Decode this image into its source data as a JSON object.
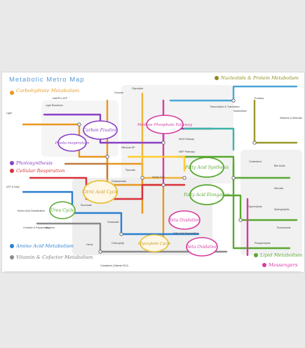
{
  "title": "Metabolic Metro Map",
  "sections": {
    "carbohydrate": "Carbohydrate Metabolism",
    "photosynthesis": "Photosynthesis",
    "respiration": "Cellular Respiration",
    "amino": "Amino Acid Metabolism",
    "vitamin": "Vitamin & Cofactor Metabolism",
    "nucleotide": "Nucleotide & Protein Metabolism",
    "lipid": "Lipid Metabolism",
    "messengers": "Messengers"
  },
  "cycles": {
    "carbon_fixation": "Carbon Fixation",
    "photorespiration": "Photo-respiration",
    "pentose": "Pentose Phosphate Pathway",
    "citric": "Citric Acid Cycle",
    "urea": "Urea Cycle",
    "fatty_synthesis": "Fatty Acid Synthesis",
    "fatty_elongation": "Fatty Acid Elongation",
    "beta_oxidation_left": "Beta Oxidation",
    "beta_oxidation_right": "Beta Oxidation",
    "glyoxylate": "Glyoxylate Cycle"
  },
  "nodes": {
    "glycolysis": "Glycolysis",
    "light_reactions": "Light Reactions",
    "nadph": "NADPH, ATP",
    "light": "Light",
    "atp": "ATP & Heat",
    "amino_deamination": "Amino Acid Deamination",
    "creatine": "Creatine & Polyamines",
    "arginine": "Arginine",
    "cobalamin": "Cobalamin (Vitamin B12)",
    "cholesterol": "Cholesterol",
    "bile_acids": "Bile Acids",
    "steroids": "Steroids",
    "eicosanoids": "Eicosanoids",
    "nucleotides": "Nucleotides",
    "proteins": "Proteins",
    "vitamins": "Vitamins & Minerals",
    "transcription": "Transcription & Translation",
    "acetyl_coa": "Acetyl CoA",
    "pyruvate": "Pyruvate",
    "fa_degradation": "Fatty Acid Degradation",
    "mep": "MEP Pathway",
    "mva": "MVA Pathway",
    "glycerolipids": "Glycerolipids",
    "sphingolipids": "Sphingolipids",
    "phospholipids": "Phospholipids",
    "glutamate": "Glutamate",
    "chlorophyll": "Chlorophyll",
    "heme": "Heme",
    "glucose": "Glucose",
    "ribulose": "Ribulose-5P",
    "succinate": "Succinate",
    "oxaloacetate": "Oxaloacetate"
  },
  "colors": {
    "carb": "#e8961e",
    "photo": "#8a3fc4",
    "resp": "#d8313a",
    "amino": "#2b7fd0",
    "vitamin": "#8a8a8a",
    "nucleotide": "#8f8a1c",
    "lipid": "#5aa832",
    "messenger": "#d63aa0",
    "title": "#5a9ad6"
  }
}
